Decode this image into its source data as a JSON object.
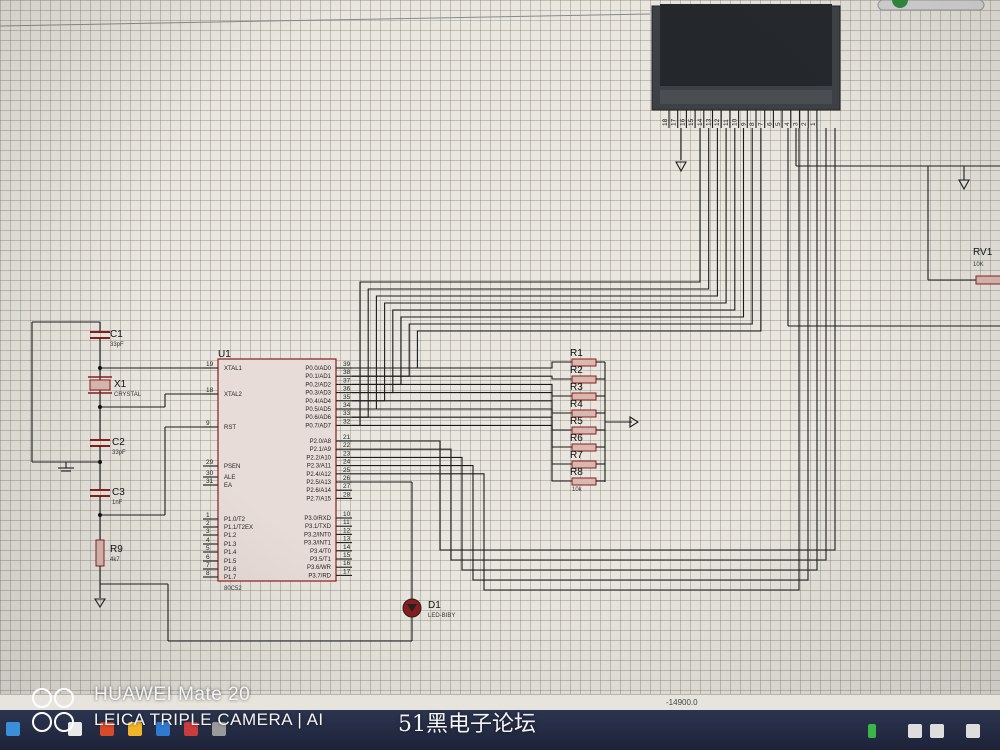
{
  "components": {
    "mcu": {
      "ref": "U1",
      "part": "80C52"
    },
    "c1": {
      "ref": "C1",
      "value": "33pF"
    },
    "x1": {
      "ref": "X1",
      "value": "CRYSTAL"
    },
    "c2": {
      "ref": "C2",
      "value": "33pF"
    },
    "c3": {
      "ref": "C3",
      "value": "1nF"
    },
    "r9": {
      "ref": "R9",
      "value": "4k7"
    },
    "d1": {
      "ref": "D1",
      "value": "LED-BIBY"
    },
    "rv1": {
      "ref": "RV1",
      "value": "10K"
    },
    "rpack": {
      "refs": [
        "R1",
        "R2",
        "R3",
        "R4",
        "R5",
        "R6",
        "R7",
        "R8"
      ],
      "value": "10k"
    }
  },
  "mcu_pins_left": [
    {
      "num": "19",
      "name": "XTAL1"
    },
    {
      "num": "18",
      "name": "XTAL2"
    },
    {
      "num": "9",
      "name": "RST"
    },
    {
      "num": "29",
      "name": "PSEN"
    },
    {
      "num": "30",
      "name": "ALE"
    },
    {
      "num": "31",
      "name": "EA"
    },
    {
      "num": "1",
      "name": "P1.0/T2"
    },
    {
      "num": "2",
      "name": "P1.1/T2EX"
    },
    {
      "num": "3",
      "name": "P1.2"
    },
    {
      "num": "4",
      "name": "P1.3"
    },
    {
      "num": "5",
      "name": "P1.4"
    },
    {
      "num": "6",
      "name": "P1.5"
    },
    {
      "num": "7",
      "name": "P1.6"
    },
    {
      "num": "8",
      "name": "P1.7"
    }
  ],
  "mcu_pins_right": [
    {
      "num": "39",
      "name": "P0.0/AD0"
    },
    {
      "num": "38",
      "name": "P0.1/AD1"
    },
    {
      "num": "37",
      "name": "P0.2/AD2"
    },
    {
      "num": "36",
      "name": "P0.3/AD3"
    },
    {
      "num": "35",
      "name": "P0.4/AD4"
    },
    {
      "num": "34",
      "name": "P0.5/AD5"
    },
    {
      "num": "33",
      "name": "P0.6/AD6"
    },
    {
      "num": "32",
      "name": "P0.7/AD7"
    },
    {
      "num": "21",
      "name": "P2.0/A8"
    },
    {
      "num": "22",
      "name": "P2.1/A9"
    },
    {
      "num": "23",
      "name": "P2.2/A10"
    },
    {
      "num": "24",
      "name": "P2.3/A11"
    },
    {
      "num": "25",
      "name": "P2.4/A12"
    },
    {
      "num": "26",
      "name": "P2.5/A13"
    },
    {
      "num": "27",
      "name": "P2.6/A14"
    },
    {
      "num": "28",
      "name": "P2.7/A15"
    },
    {
      "num": "10",
      "name": "P3.0/RXD"
    },
    {
      "num": "11",
      "name": "P3.1/TXD"
    },
    {
      "num": "12",
      "name": "P3.2/INT0"
    },
    {
      "num": "13",
      "name": "P3.3/INT1"
    },
    {
      "num": "14",
      "name": "P3.4/T0"
    },
    {
      "num": "15",
      "name": "P3.5/T1"
    },
    {
      "num": "16",
      "name": "P3.6/WR"
    },
    {
      "num": "17",
      "name": "P3.7/RD"
    }
  ],
  "lcd_pins": [
    "18",
    "17",
    "16",
    "15",
    "14",
    "13",
    "12",
    "11",
    "10",
    "9",
    "8",
    "7",
    "6",
    "5",
    "4",
    "3",
    "2",
    "1"
  ],
  "status": {
    "coordinate": "-14900.0"
  },
  "watermark": {
    "line1": "HUAWEI Mate 20",
    "line2": "LEICA TRIPLE CAMERA | AI",
    "forum": "51黑电子论坛"
  }
}
